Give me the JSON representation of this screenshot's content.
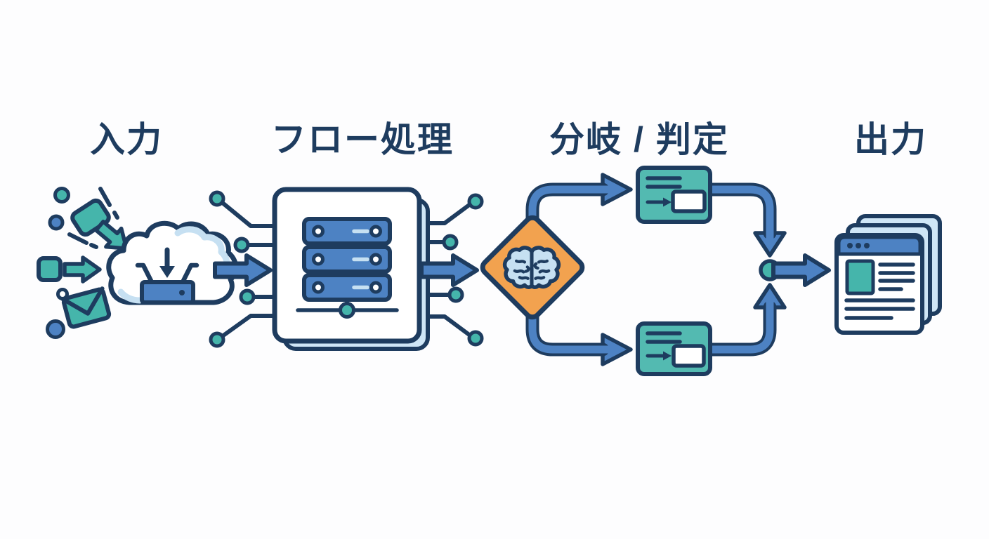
{
  "diagram": {
    "stages": [
      {
        "id": "input",
        "label": "入力"
      },
      {
        "id": "process",
        "label": "フロー処理"
      },
      {
        "id": "branch",
        "label": "分岐 / 判定"
      },
      {
        "id": "output",
        "label": "出力"
      }
    ]
  },
  "icons": {
    "input_shapes": [
      "circle",
      "square",
      "envelope-icon",
      "arrow-icon"
    ],
    "ingest": "cloud-download-icon",
    "process": "server-stack-icon",
    "process_links": "circuit-trace-nodes",
    "decision": "brain-decision-icon",
    "branch_cards": "rule-card-icon",
    "merge": "merge-node-dot",
    "output": "document-stack-icon"
  },
  "colors": {
    "navy": "#1e3c5f",
    "blue": "#4d82c3",
    "teal": "#45b5ab",
    "card_teal": "#53bab1",
    "light_blue": "#cfe6f6",
    "pale_blue": "#c6e0f2",
    "orange": "#f2a24f",
    "background": "#fdfdfe"
  }
}
